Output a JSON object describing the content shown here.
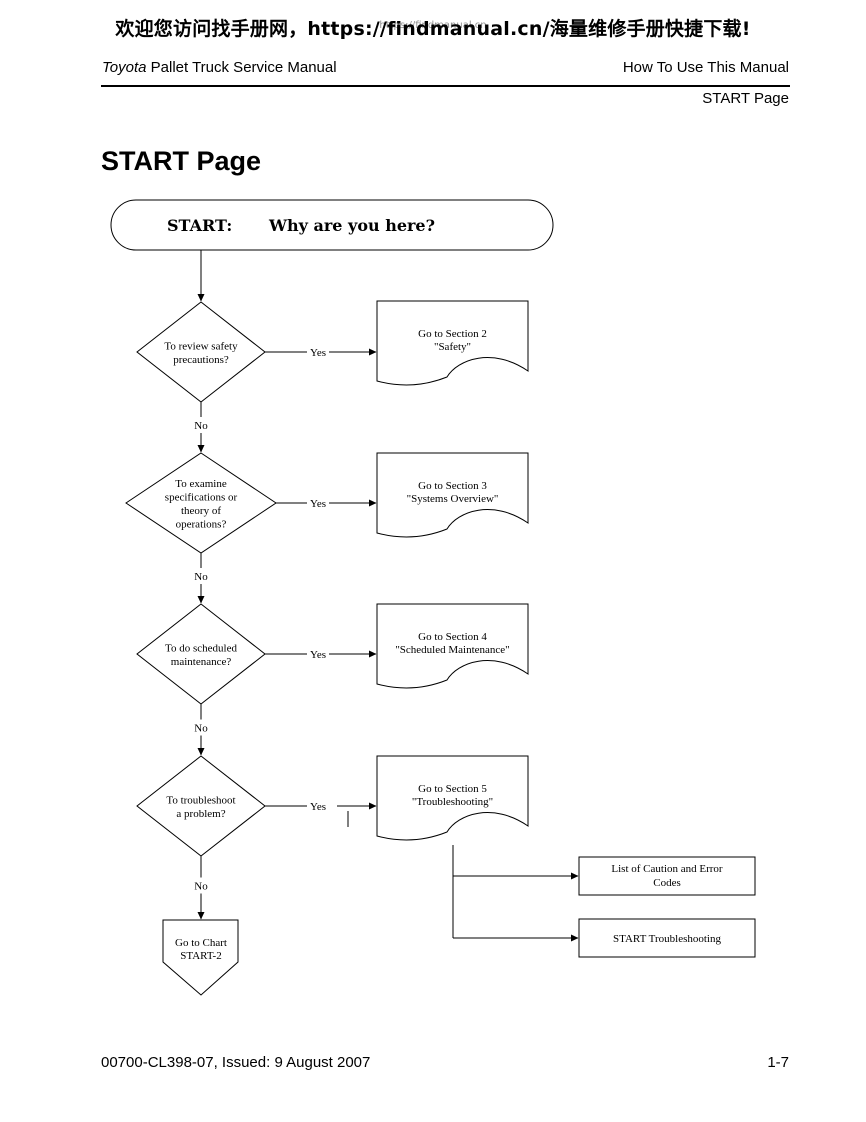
{
  "banner": "欢迎您访问找手册网，https://findmanual.cn/海量维修手册快捷下载!",
  "watermark": "https://findmanual.cn",
  "header": {
    "brand": "Toyota",
    "manual": "Pallet Truck Service Manual",
    "section": "How To Use This Manual",
    "page": "START Page"
  },
  "title": "START Page",
  "flowchart": {
    "start_label": "START:",
    "start_question": "Why are you here?",
    "decisions": [
      [
        "To review safety",
        "precautions?"
      ],
      [
        "To examine",
        "specifications or",
        "theory of",
        "operations?"
      ],
      [
        "To do scheduled",
        "maintenance?"
      ],
      [
        "To troubleshoot",
        "a problem?"
      ]
    ],
    "yes_label": "Yes",
    "no_label": "No",
    "documents": [
      [
        "Go to Section 2",
        "\"Safety\""
      ],
      [
        "Go to Section 3",
        "\"Systems Overview\""
      ],
      [
        "Go to Section 4",
        "\"Scheduled Maintenance\""
      ],
      [
        "Go to Section 5",
        "\"Troubleshooting\""
      ]
    ],
    "sub_boxes": [
      [
        "List of Caution and Error",
        "Codes"
      ],
      [
        "START Troubleshooting"
      ]
    ],
    "offpage": [
      "Go to Chart",
      "START-2"
    ]
  },
  "footer": {
    "doc": "00700-CL398-07, Issued: 9 August 2007",
    "page_num": "1-7"
  }
}
